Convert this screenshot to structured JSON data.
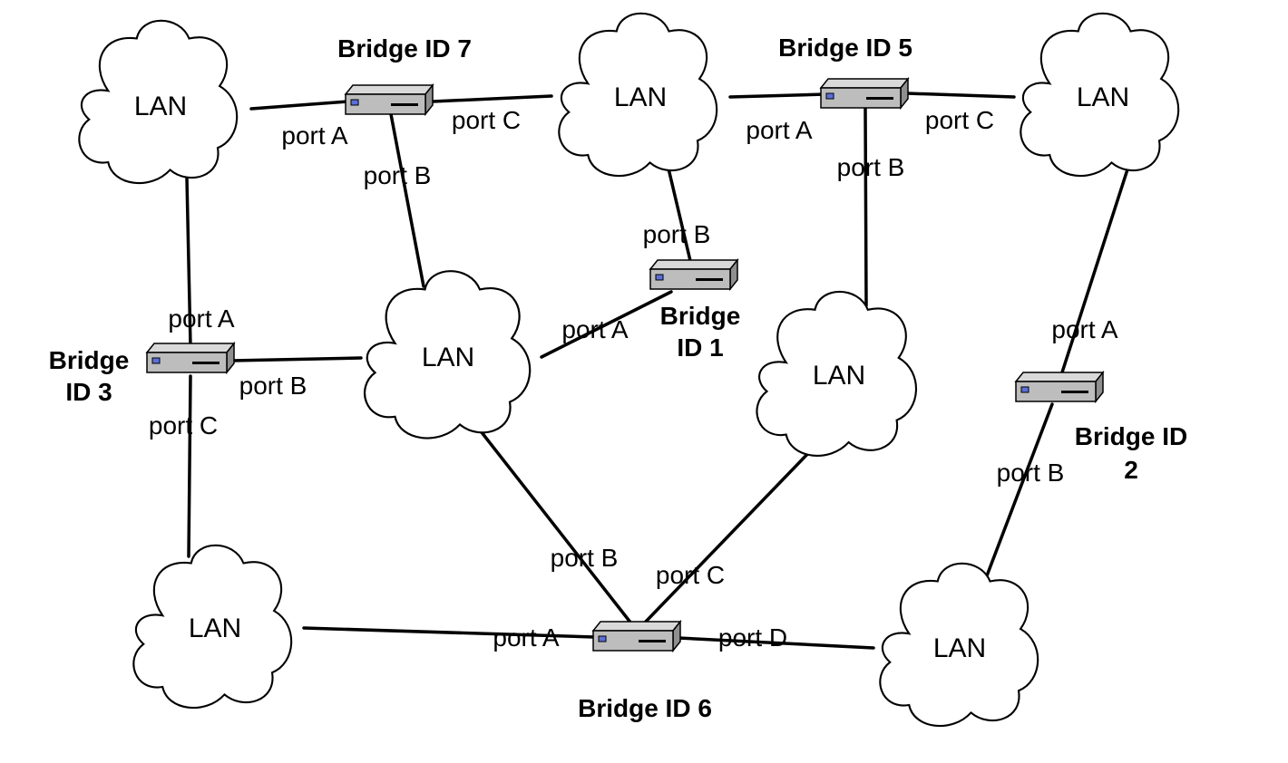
{
  "diagram": {
    "lans": [
      {
        "id": "lan-1",
        "label": "LAN"
      },
      {
        "id": "lan-2",
        "label": "LAN"
      },
      {
        "id": "lan-3",
        "label": "LAN"
      },
      {
        "id": "lan-4",
        "label": "LAN"
      },
      {
        "id": "lan-5",
        "label": "LAN"
      },
      {
        "id": "lan-6",
        "label": "LAN"
      },
      {
        "id": "lan-7",
        "label": "LAN"
      }
    ],
    "bridges": [
      {
        "id": "bridge-7",
        "label_lines": [
          "Bridge ID 7"
        ]
      },
      {
        "id": "bridge-5",
        "label_lines": [
          "Bridge ID 5"
        ]
      },
      {
        "id": "bridge-1",
        "label_lines": [
          "Bridge",
          "ID 1"
        ]
      },
      {
        "id": "bridge-3",
        "label_lines": [
          "Bridge",
          "ID 3"
        ]
      },
      {
        "id": "bridge-2",
        "label_lines": [
          "Bridge ID",
          "2"
        ]
      },
      {
        "id": "bridge-6",
        "label_lines": [
          "Bridge ID 6"
        ]
      }
    ],
    "ports": [
      {
        "bridge": "bridge-7",
        "label": "port A"
      },
      {
        "bridge": "bridge-7",
        "label": "port C"
      },
      {
        "bridge": "bridge-7",
        "label": "port B"
      },
      {
        "bridge": "bridge-5",
        "label": "port A"
      },
      {
        "bridge": "bridge-5",
        "label": "port C"
      },
      {
        "bridge": "bridge-5",
        "label": "port B"
      },
      {
        "bridge": "bridge-1",
        "label": "port B"
      },
      {
        "bridge": "bridge-1",
        "label": "port A"
      },
      {
        "bridge": "bridge-3",
        "label": "port A"
      },
      {
        "bridge": "bridge-3",
        "label": "port B"
      },
      {
        "bridge": "bridge-3",
        "label": "port C"
      },
      {
        "bridge": "bridge-2",
        "label": "port A"
      },
      {
        "bridge": "bridge-2",
        "label": "port B"
      },
      {
        "bridge": "bridge-6",
        "label": "port B"
      },
      {
        "bridge": "bridge-6",
        "label": "port C"
      },
      {
        "bridge": "bridge-6",
        "label": "port A"
      },
      {
        "bridge": "bridge-6",
        "label": "port D"
      }
    ]
  }
}
